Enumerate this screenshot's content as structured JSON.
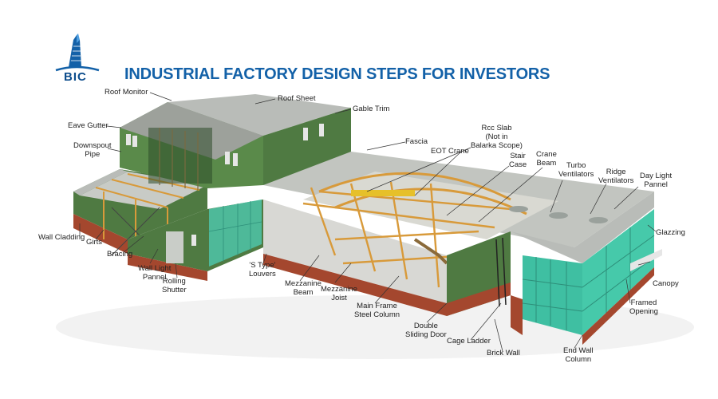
{
  "header": {
    "logo_text": "BIC",
    "title": "INDUSTRIAL FACTORY DESIGN STEPS FOR INVESTORS"
  },
  "colors": {
    "title": "#1361a8",
    "wall_green": "#4f7a42",
    "roof_gray": "#b9bcb8",
    "brick": "#a4472e",
    "steel_frame": "#d89a3a",
    "glazing": "#3fbfa2"
  },
  "labels": {
    "roof_monitor": "Roof Monitor",
    "roof_sheet": "Roof Sheet",
    "gable_trim": "Gable Trim",
    "eave_gutter": "Eave Gutter",
    "downspout_pipe": "Downspout\nPipe",
    "fascia": "Fascia",
    "rcc_slab": "Rcc Slab\n(Not in\nBalarka Scope)",
    "eot_crane": "EOT Crane",
    "stair_case": "Stair\nCase",
    "crane_beam": "Crane\nBeam",
    "turbo_ventilators": "Turbo\nVentilators",
    "ridge_ventilators": "Ridge\nVentilators",
    "day_light_pannel": "Day Light\nPannel",
    "glazzing": "Glazzing",
    "canopy": "Canopy",
    "framed_opening": "Framed\nOpening",
    "end_wall_column": "End Wall\nColumn",
    "brick_wall": "Brick Wall",
    "cage_ladder": "Cage Ladder",
    "double_sliding_door": "Double\nSliding Door",
    "main_frame_steel_column": "Main Frame\nSteel Column",
    "mezzanine_joist": "Mezzanine\nJoist",
    "mezzanine_beam": "Mezzanine\nBeam",
    "s_type_louvers": "'S Type'\nLouvers",
    "rolling_shutter": "Rolling\nShutter",
    "wall_light_pannel": "Wall Light\nPannel",
    "bracing": "Bracing",
    "girts": "Girts",
    "wall_cladding": "Wall Cladding"
  }
}
